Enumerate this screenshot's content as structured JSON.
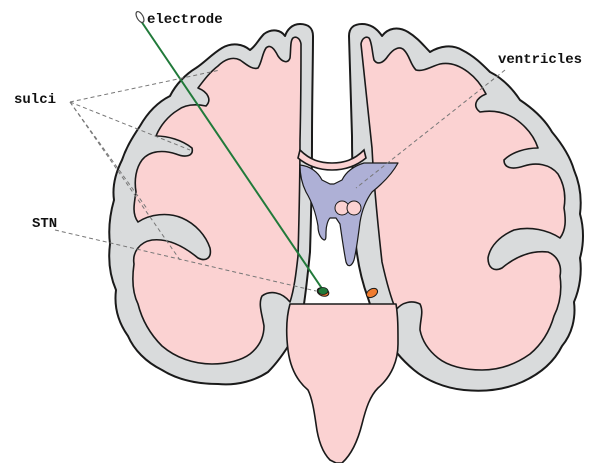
{
  "labels": {
    "electrode": "electrode",
    "ventricles": "ventricles",
    "sulci": "sulci",
    "stn": "STN"
  },
  "colors": {
    "tissue": "#fbd2d2",
    "cortex": "#d9dbdc",
    "outline": "#1a1a1a",
    "ventricles": "#aeb0d6",
    "stn": "#ef7b2f",
    "electrode": "#217a3a",
    "leader_line": "#777777"
  }
}
